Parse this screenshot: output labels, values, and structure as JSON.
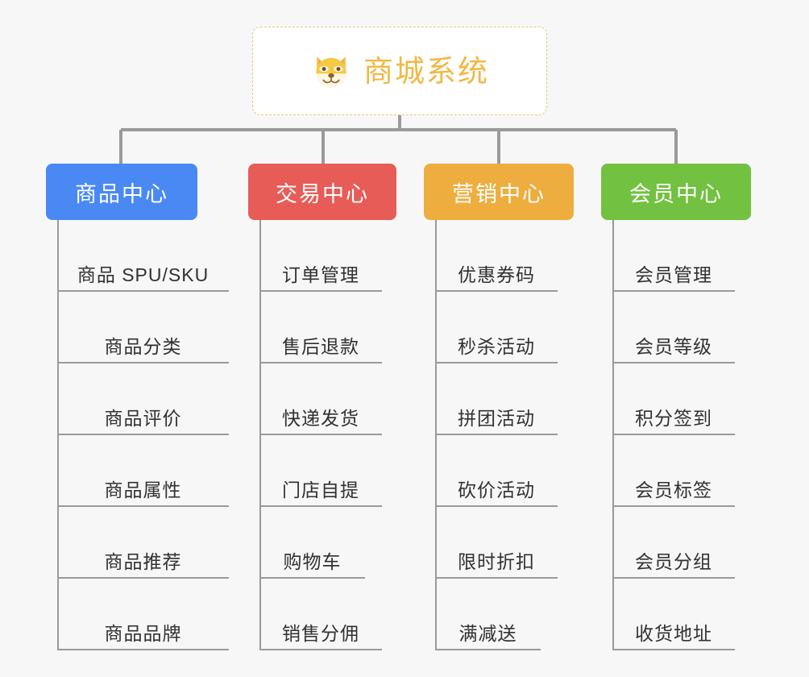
{
  "page": {
    "background_color": "#f7f7f7",
    "line_color": "#9a9a9a"
  },
  "root": {
    "title": "商城系统",
    "icon": "dog-face-icon",
    "text_color": "#f0b844",
    "border_color": "#efc375",
    "background_color": "#ffffff"
  },
  "columns": [
    {
      "category": "商品中心",
      "color": "#4a89f3",
      "items": [
        "商品 SPU/SKU",
        "商品分类",
        "商品评价",
        "商品属性",
        "商品推荐",
        "商品品牌"
      ]
    },
    {
      "category": "交易中心",
      "color": "#e85c57",
      "items": [
        "订单管理",
        "售后退款",
        "快递发货",
        "门店自提",
        "购物车",
        "销售分佣"
      ]
    },
    {
      "category": "营销中心",
      "color": "#edae3f",
      "items": [
        "优惠券码",
        "秒杀活动",
        "拼团活动",
        "砍价活动",
        "限时折扣",
        "满减送"
      ]
    },
    {
      "category": "会员中心",
      "color": "#72c140",
      "items": [
        "会员管理",
        "会员等级",
        "积分签到",
        "会员标签",
        "会员分组",
        "收货地址"
      ]
    }
  ]
}
